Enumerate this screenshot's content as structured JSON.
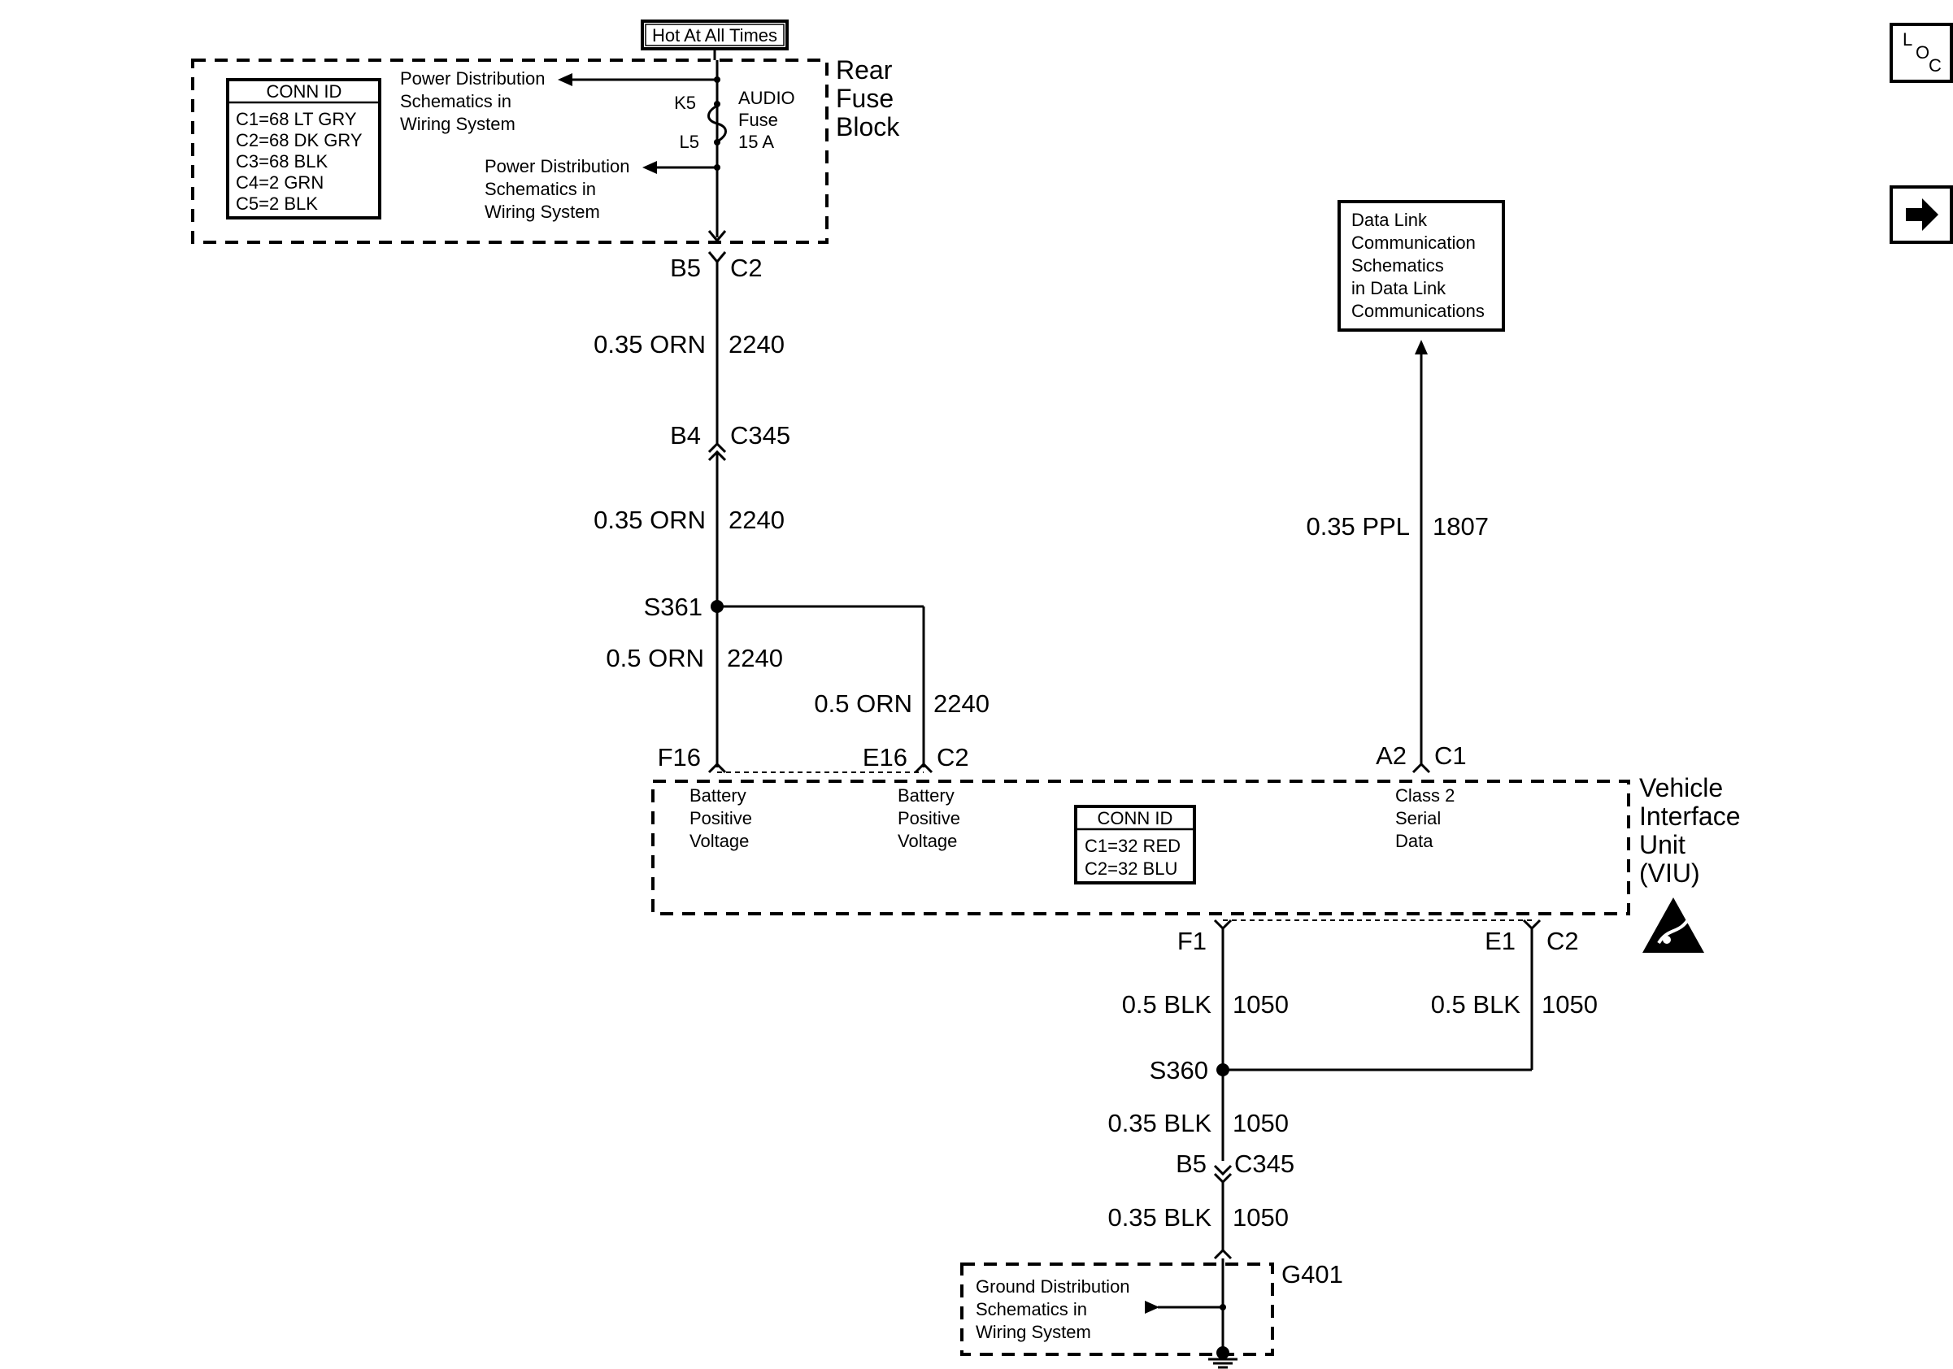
{
  "rear_fuse_block": {
    "title_lines": [
      "Rear",
      "Fuse",
      "Block"
    ],
    "hot_label": "Hot At All Times",
    "conn_id": {
      "title": "CONN ID",
      "lines": [
        "C1=68 LT GRY",
        "C2=68 DK GRY",
        "C3=68 BLK",
        "C4=2 GRN",
        "C5=2 BLK"
      ]
    },
    "power_dist_top": [
      "Power Distribution",
      "Schematics in",
      "Wiring System"
    ],
    "power_dist_mid": [
      "Power Distribution",
      "Schematics in",
      "Wiring System"
    ],
    "fuse": {
      "pin_top": "K5",
      "pin_bottom": "L5",
      "lines": [
        "AUDIO",
        "Fuse",
        "15 A"
      ]
    }
  },
  "circuit_2240": {
    "c2_pin": "B5",
    "c2_conn": "C2",
    "seg1_gauge": "0.35 ORN",
    "seg1_circuit": "2240",
    "c345_pin": "B4",
    "c345_conn": "C345",
    "seg2_gauge": "0.35 ORN",
    "seg2_circuit": "2240",
    "splice": "S361",
    "left_gauge": "0.5 ORN",
    "left_circuit": "2240",
    "right_gauge": "0.5 ORN",
    "right_circuit": "2240"
  },
  "data_link": {
    "box_lines": [
      "Data Link",
      "Communication",
      "Schematics",
      "in Data Link",
      "Communications"
    ],
    "gauge": "0.35 PPL",
    "circuit": "1807"
  },
  "viu": {
    "title_lines": [
      "Vehicle",
      "Interface",
      "Unit",
      "(VIU)"
    ],
    "pin_f16": "F16",
    "pin_e16": "E16",
    "conn_e16": "C2",
    "pin_a2": "A2",
    "conn_a2": "C1",
    "label_f16": [
      "Battery",
      "Positive",
      "Voltage"
    ],
    "label_e16": [
      "Battery",
      "Positive",
      "Voltage"
    ],
    "label_a2": [
      "Class 2",
      "Serial",
      "Data"
    ],
    "conn_id": {
      "title": "CONN ID",
      "lines": [
        "C1=32 RED",
        "C2=32 BLU"
      ]
    },
    "pin_f1": "F1",
    "pin_e1": "E1",
    "conn_e1": "C2"
  },
  "circuit_1050": {
    "left_gauge": "0.5 BLK",
    "left_circuit": "1050",
    "right_gauge": "0.5 BLK",
    "right_circuit": "1050",
    "splice": "S360",
    "seg_gauge": "0.35 BLK",
    "seg_circuit": "1050",
    "c345_pin": "B5",
    "c345_conn": "C345",
    "seg2_gauge": "0.35 BLK",
    "seg2_circuit": "1050"
  },
  "ground": {
    "id": "G401",
    "lines": [
      "Ground Distribution",
      "Schematics in",
      "Wiring System"
    ]
  },
  "nav": {
    "loc_letters": [
      "L",
      "O",
      "C"
    ],
    "arrow_icon": "right-arrow-icon"
  }
}
